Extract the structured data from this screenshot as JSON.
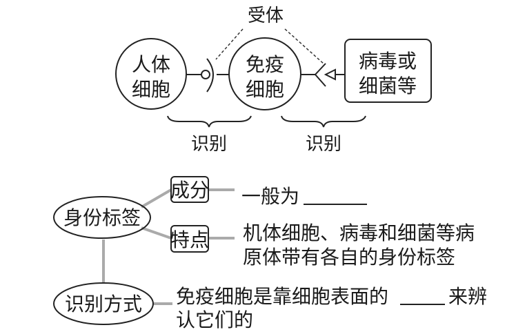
{
  "top": {
    "receptor_label": "受体",
    "human_cell": [
      "人体",
      "细胞"
    ],
    "immune_cell": [
      "免疫",
      "细胞"
    ],
    "pathogen": [
      "病毒或",
      "细菌等"
    ],
    "recognize_left": "识别",
    "recognize_right": "识别"
  },
  "bottom": {
    "identity_tag": "身份标签",
    "composition_label": "成分",
    "composition_text": "一般为",
    "feature_label": "特点",
    "feature_text": [
      "机体细胞、病毒和细菌等病",
      "原体带有各自的身份标签"
    ],
    "recognition_method": "识别方式",
    "recognition_text_a": "免疫细胞是靠细胞表面的",
    "recognition_text_b": "来辨",
    "recognition_text_c": "认它们的"
  }
}
